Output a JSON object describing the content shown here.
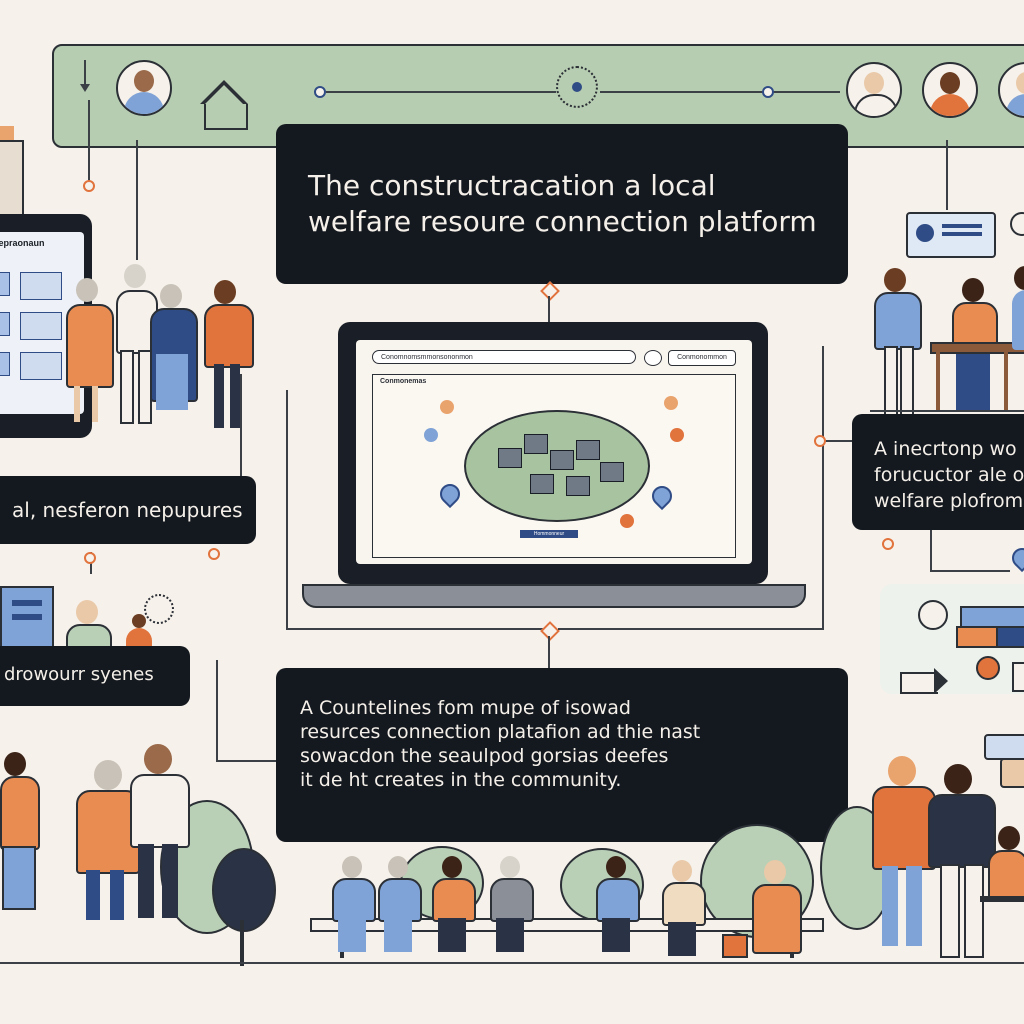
{
  "header": {
    "title_line1": "The constructracation  a local",
    "title_line2": "welfare  resoure connection platform"
  },
  "left_cards": {
    "card1": "al, nesferon nepupures",
    "card2": "drowourr syenes"
  },
  "right_card": {
    "line1": "A inecrtonp wo",
    "line2": "forucuctor ale o",
    "line3": "welfare plofrom"
  },
  "bottom_card": {
    "line1": "A Countelines fom mupe of isowad",
    "line2": "resurces connection platafion  ad thie nast",
    "line3": "sowacdon the seaulpod gorsias deefes",
    "line4": "it de ht creates in the community."
  },
  "phone": {
    "label": "Hepraonaun"
  },
  "laptop": {
    "search_text": "Conomnomsmmonsononmon",
    "search_tag": "Conmonommon",
    "map_label": "Conmonemas",
    "footer": "Hommonneur"
  },
  "colors": {
    "background": "#f6f1ea",
    "accent_green": "#b7cdb1",
    "card_dark": "#14181f",
    "accent_orange": "#e1733d",
    "accent_blue": "#7fa3d6",
    "navy": "#2f4c86"
  },
  "icons": [
    "home-icon",
    "flower-icon",
    "location-pin-icon",
    "arrow-right-icon",
    "chat-icon"
  ]
}
